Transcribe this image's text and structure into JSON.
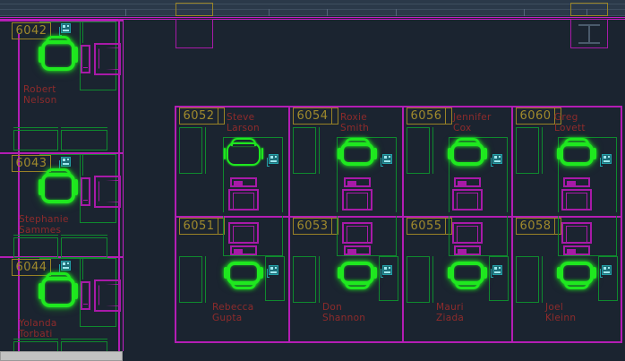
{
  "app": {
    "kind": "cad-floor-plan-viewer",
    "background_color": "#1b2430",
    "palette": {
      "wall_magenta": "#c31fc3",
      "furniture_green": "#0f8a2e",
      "chair_green": "#1fe81f",
      "label_olive": "#a08a2c",
      "name_red": "#8e2b2b",
      "phone_teal": "#22a0a8",
      "structure_gray": "#4a5a6b",
      "scrollbar_gray": "#c2c2c2"
    }
  },
  "top_structure": {
    "empty_label_left": "",
    "empty_label_right": "",
    "column_icon": "i-beam-column-icon"
  },
  "private_offices": [
    {
      "number": "6042",
      "occupant_line1": "Robert",
      "occupant_line2": "Nelson",
      "phone": "phone-icon",
      "chair": "chair-icon",
      "monitor": "monitor-side-icon"
    },
    {
      "number": "6043",
      "occupant_line1": "Stephanie",
      "occupant_line2": "Sammes",
      "phone": "phone-icon",
      "chair": "chair-icon",
      "monitor": "monitor-side-icon"
    },
    {
      "number": "6044",
      "occupant_line1": "Yolanda",
      "occupant_line2": "Torbati",
      "phone": "phone-icon",
      "chair": "chair-icon",
      "monitor": "monitor-side-icon"
    }
  ],
  "cubicles_top_row": [
    {
      "number": "6052",
      "occupant_line1": "Steve",
      "occupant_line2": "Larson",
      "phone": "phone-icon",
      "chair": "chair-icon",
      "monitor": "monitor-front-icon",
      "highlighted": true
    },
    {
      "number": "6054",
      "occupant_line1": "Roxie",
      "occupant_line2": "Smith",
      "phone": "phone-icon",
      "chair": "chair-icon",
      "monitor": "monitor-front-icon",
      "highlighted": false
    },
    {
      "number": "6056",
      "occupant_line1": "Jennifer",
      "occupant_line2": "Cox",
      "phone": "phone-icon",
      "chair": "chair-icon",
      "monitor": "monitor-front-icon",
      "highlighted": false
    },
    {
      "number": "6060",
      "occupant_line1": "Greg",
      "occupant_line2": "Lovett",
      "phone": "phone-icon",
      "chair": "chair-icon",
      "monitor": "monitor-front-icon",
      "highlighted": false
    }
  ],
  "cubicles_bottom_row": [
    {
      "number": "6051",
      "occupant_line1": "Rebecca",
      "occupant_line2": "Gupta",
      "phone": "phone-icon",
      "chair": "chair-icon",
      "monitor": "monitor-front-icon"
    },
    {
      "number": "6053",
      "occupant_line1": "Don",
      "occupant_line2": "Shannon",
      "phone": "phone-icon",
      "chair": "chair-icon",
      "monitor": "monitor-front-icon"
    },
    {
      "number": "6055",
      "occupant_line1": "Mauri",
      "occupant_line2": "Ziada",
      "phone": "phone-icon",
      "chair": "chair-icon",
      "monitor": "monitor-front-icon"
    },
    {
      "number": "6058",
      "occupant_line1": "Joel",
      "occupant_line2": "Kleinn",
      "phone": "phone-icon",
      "chair": "chair-icon",
      "monitor": "monitor-front-icon"
    }
  ],
  "scrollbar": {
    "orientation": "horizontal",
    "thumb_left": 0,
    "thumb_width": 137
  }
}
